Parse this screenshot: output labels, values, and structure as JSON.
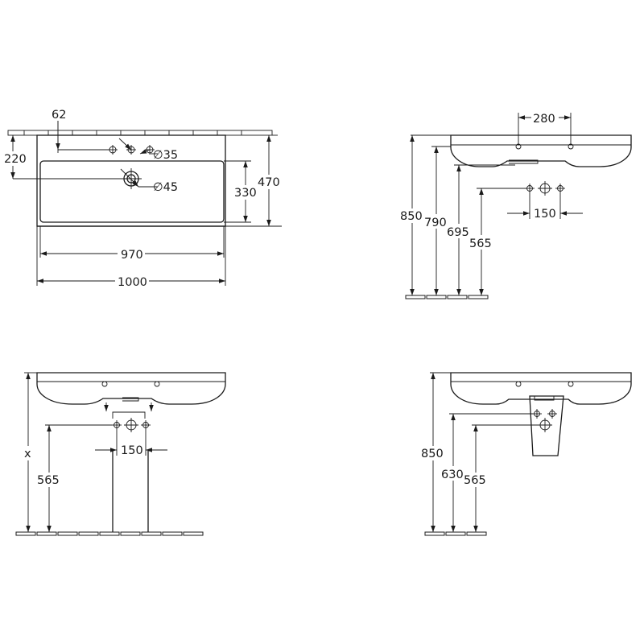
{
  "top_view": {
    "dim_62": "62",
    "dim_220": "220",
    "dim_330": "330",
    "dim_470": "470",
    "dim_970": "970",
    "dim_1000": "1000",
    "dia_35": "35",
    "dia_45": "45"
  },
  "front_view_1": {
    "dim_280": "280",
    "dim_850": "850",
    "dim_790": "790",
    "dim_695": "695",
    "dim_565": "565",
    "dim_150": "150"
  },
  "front_view_2": {
    "dim_x": "x",
    "dim_565": "565",
    "dim_150": "150"
  },
  "front_view_3": {
    "dim_850": "850",
    "dim_630": "630",
    "dim_565": "565"
  }
}
